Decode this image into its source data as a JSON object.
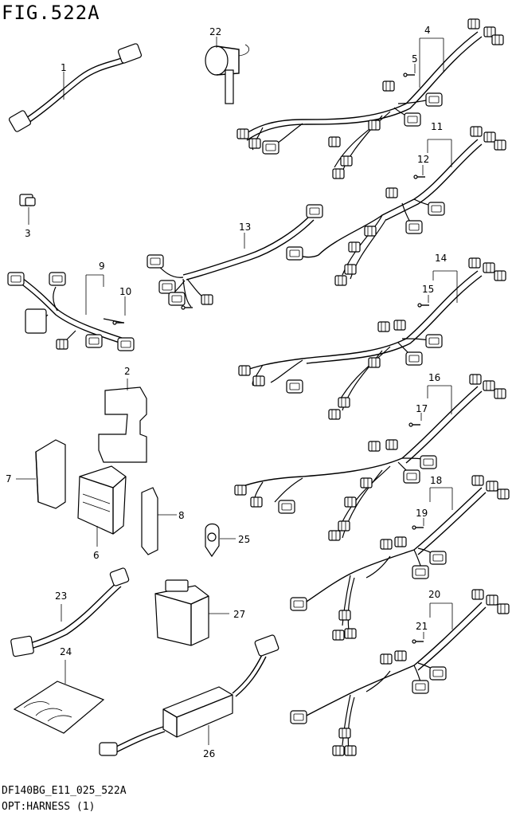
{
  "figure": {
    "title": "FIG.522A",
    "code": "DF140BG_E11_025_522A",
    "name": "OPT:HARNESS (1)"
  },
  "callouts": {
    "c1": "1",
    "c2": "2",
    "c3": "3",
    "c4": "4",
    "c5": "5",
    "c6": "6",
    "c7": "7",
    "c8": "8",
    "c9": "9",
    "c10": "10",
    "c11": "11",
    "c12": "12",
    "c13": "13",
    "c14": "14",
    "c15": "15",
    "c16": "16",
    "c17": "17",
    "c18": "18",
    "c19": "19",
    "c20": "20",
    "c21": "21",
    "c22": "22",
    "c23": "23",
    "c24": "24",
    "c25": "25",
    "c26": "26",
    "c27": "27"
  }
}
